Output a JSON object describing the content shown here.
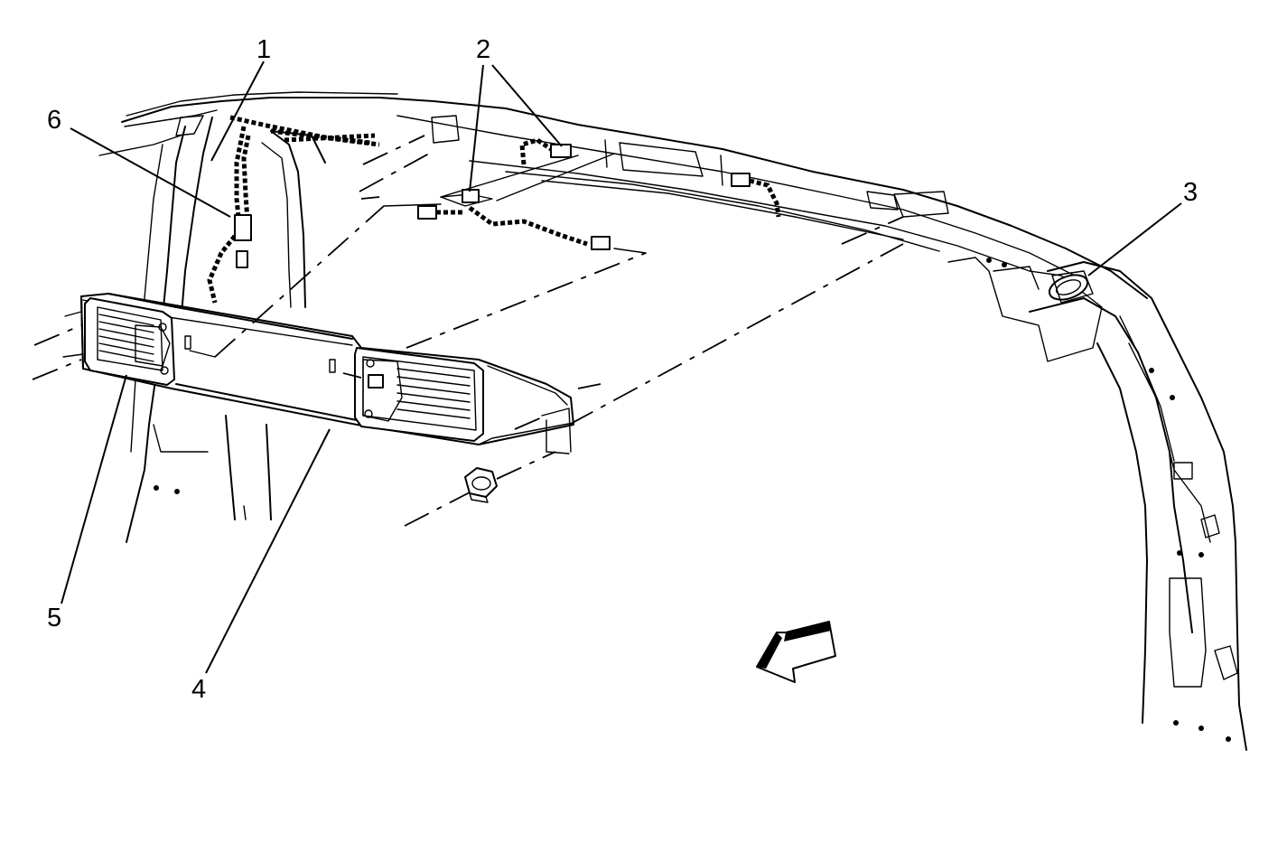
{
  "diagram": {
    "callouts": [
      {
        "id": "1",
        "label": "1"
      },
      {
        "id": "2",
        "label": "2"
      },
      {
        "id": "3",
        "label": "3"
      },
      {
        "id": "4",
        "label": "4"
      },
      {
        "id": "5",
        "label": "5"
      },
      {
        "id": "6",
        "label": "6"
      }
    ]
  },
  "icons": {
    "direction_arrow": "front-direction-arrow-icon"
  }
}
